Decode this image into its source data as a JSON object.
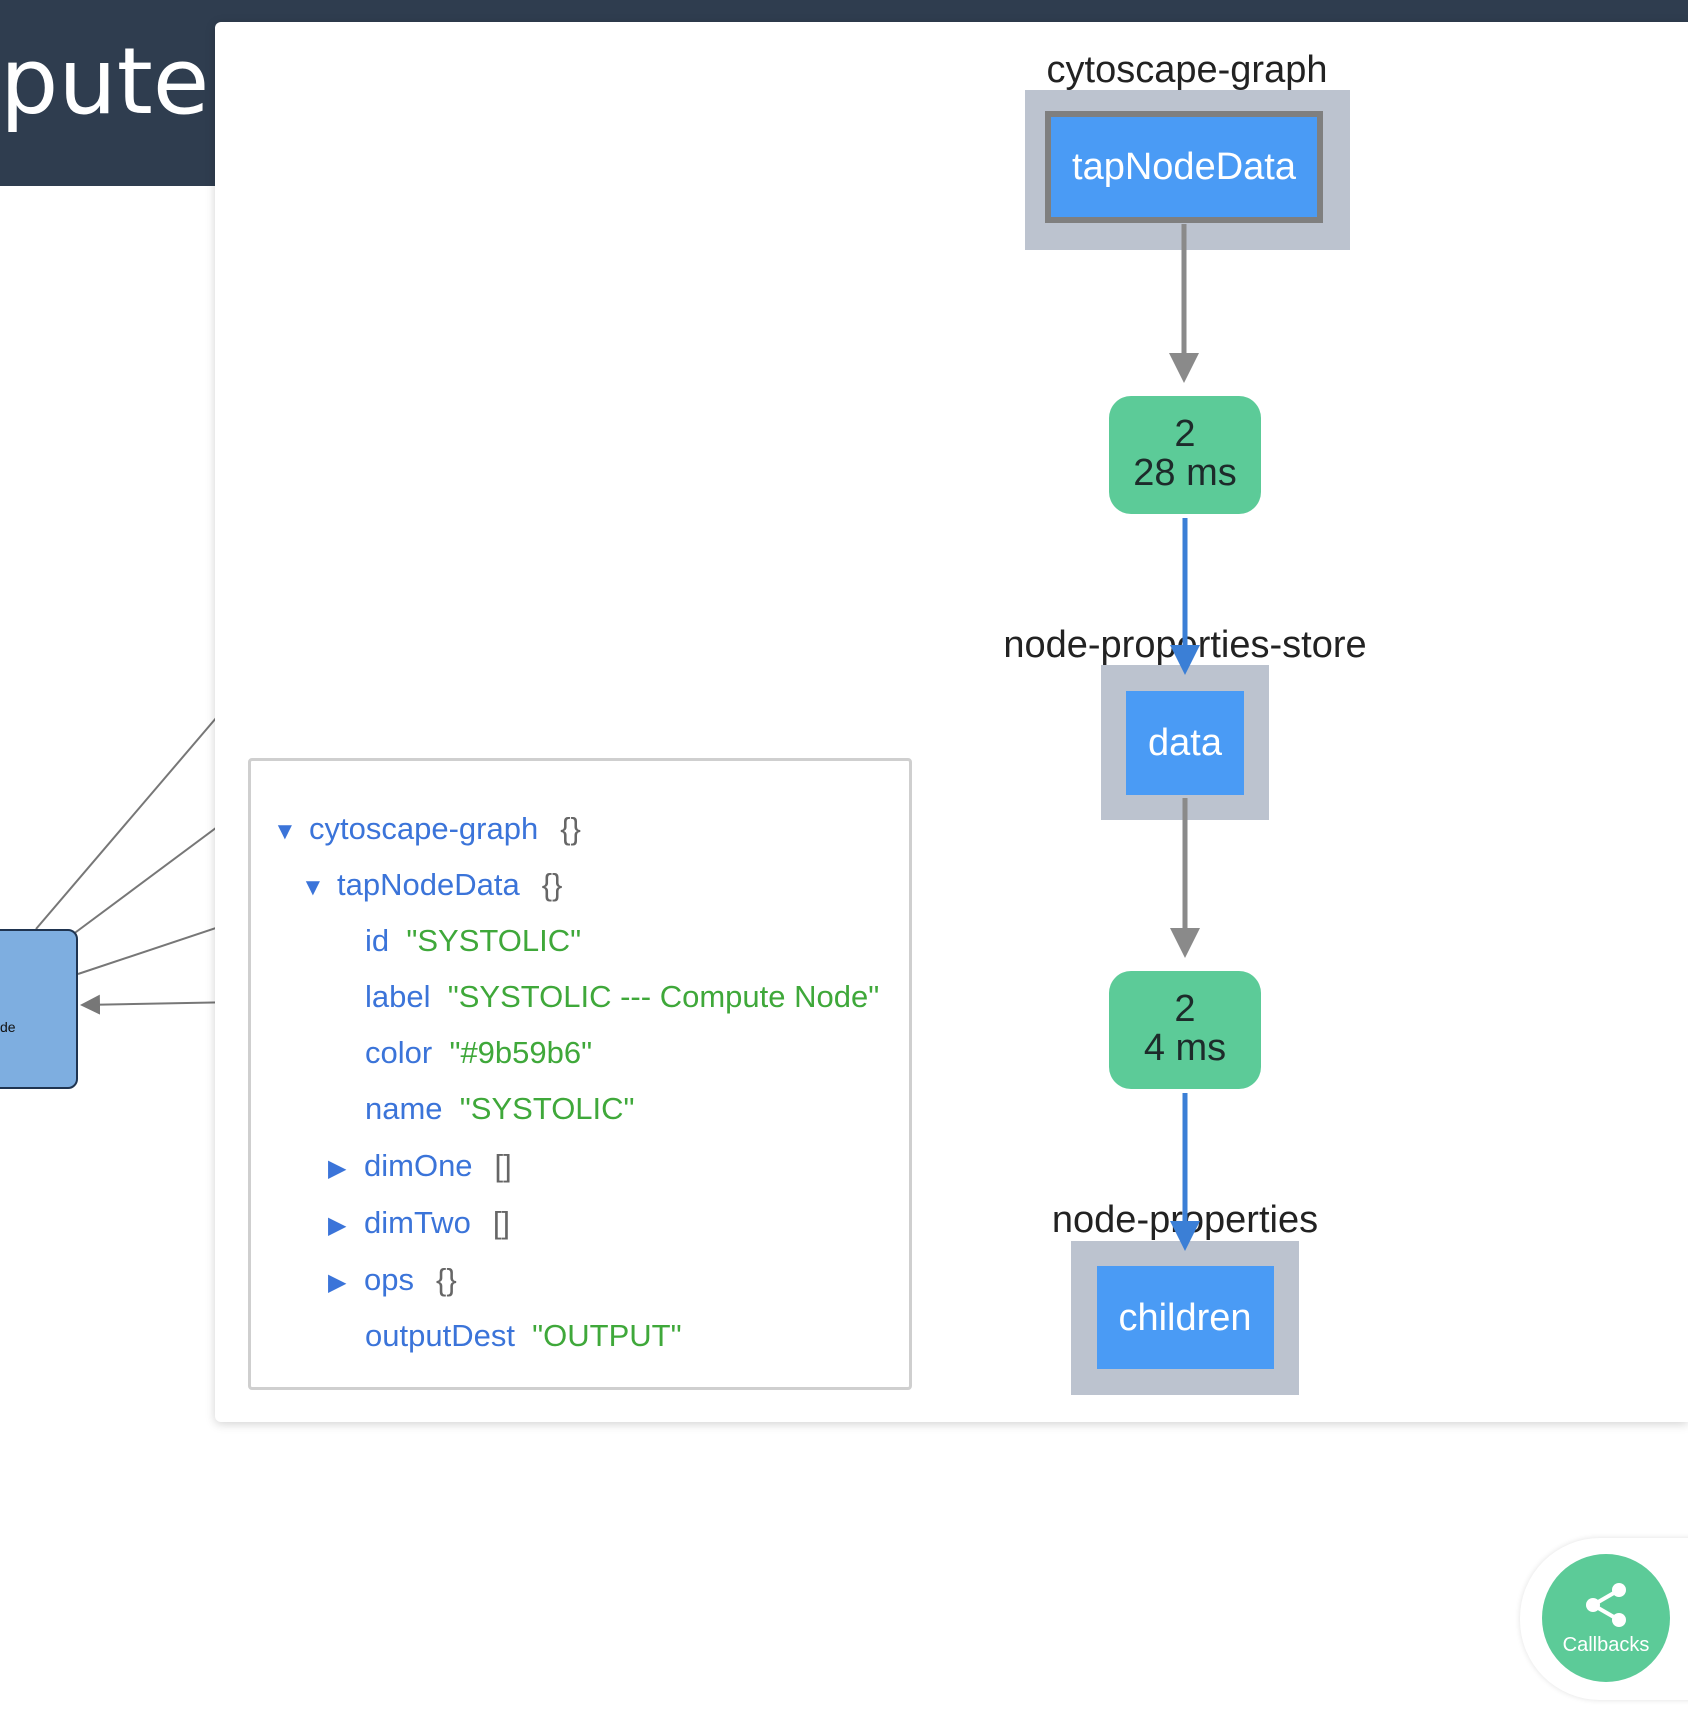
{
  "header": {
    "title": "pute"
  },
  "background_node": {
    "label": "de"
  },
  "graph": {
    "groups": [
      {
        "label": "cytoscape-graph",
        "prop": "tapNodeData"
      },
      {
        "label": "node-properties-store",
        "prop": "data"
      },
      {
        "label": "node-properties",
        "prop": "children"
      }
    ],
    "callbacks": [
      {
        "count": "2",
        "time": "28 ms"
      },
      {
        "count": "2",
        "time": "4 ms"
      }
    ],
    "colors": {
      "group_bg": "#bcc3cf",
      "prop_fill": "#4a9bf5",
      "callback_fill": "#5ccb98",
      "edge_gray": "#8a8a8a",
      "edge_blue": "#3b7fd6"
    }
  },
  "json_tree": {
    "root_key": "cytoscape-graph",
    "root_brace": "{}",
    "child_key": "tapNodeData",
    "child_brace": "{}",
    "fields": [
      {
        "key": "id",
        "value": "\"SYSTOLIC\""
      },
      {
        "key": "label",
        "value": "\"SYSTOLIC --- Compute Node\""
      },
      {
        "key": "color",
        "value": "\"#9b59b6\""
      },
      {
        "key": "name",
        "value": "\"SYSTOLIC\""
      }
    ],
    "collapsed": [
      {
        "key": "dimOne",
        "brace": "[]"
      },
      {
        "key": "dimTwo",
        "brace": "[]"
      },
      {
        "key": "ops",
        "brace": "{}"
      }
    ],
    "last_field": {
      "key": "outputDest",
      "value": "\"OUTPUT\""
    }
  },
  "callbacks_button": {
    "label": "Callbacks",
    "icon": "share-icon"
  }
}
